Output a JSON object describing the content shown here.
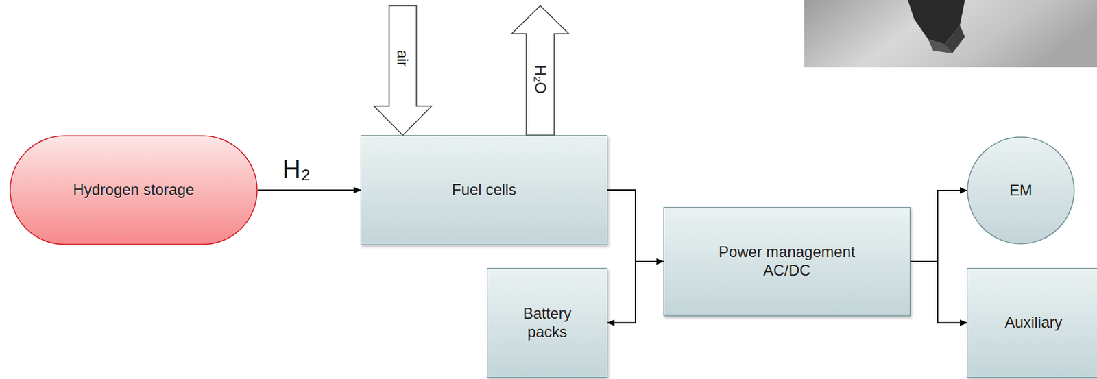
{
  "diagram": {
    "nodes": [
      {
        "text": [
          "Hydrogen storage"
        ]
      },
      {
        "text": [
          "Fuel cells"
        ]
      },
      {
        "text": [
          "Battery packs"
        ]
      },
      {
        "text": [
          "Power management AC/DC"
        ]
      },
      {
        "text": [
          "EM"
        ]
      },
      {
        "text": [
          "Auxiliary"
        ]
      }
    ],
    "edges": [
      {
        "from": 0,
        "to": 1,
        "arrow": "to",
        "label": "H₂"
      },
      {
        "from": 1,
        "to": 3,
        "arrow": "to"
      },
      {
        "from": 1,
        "to": 2,
        "arrow": "to"
      },
      {
        "from": 3,
        "to": 4,
        "arrow": "to"
      },
      {
        "from": 3,
        "to": 5,
        "arrow": "to"
      }
    ],
    "labels": [
      "air",
      "H₂O"
    ]
  }
}
